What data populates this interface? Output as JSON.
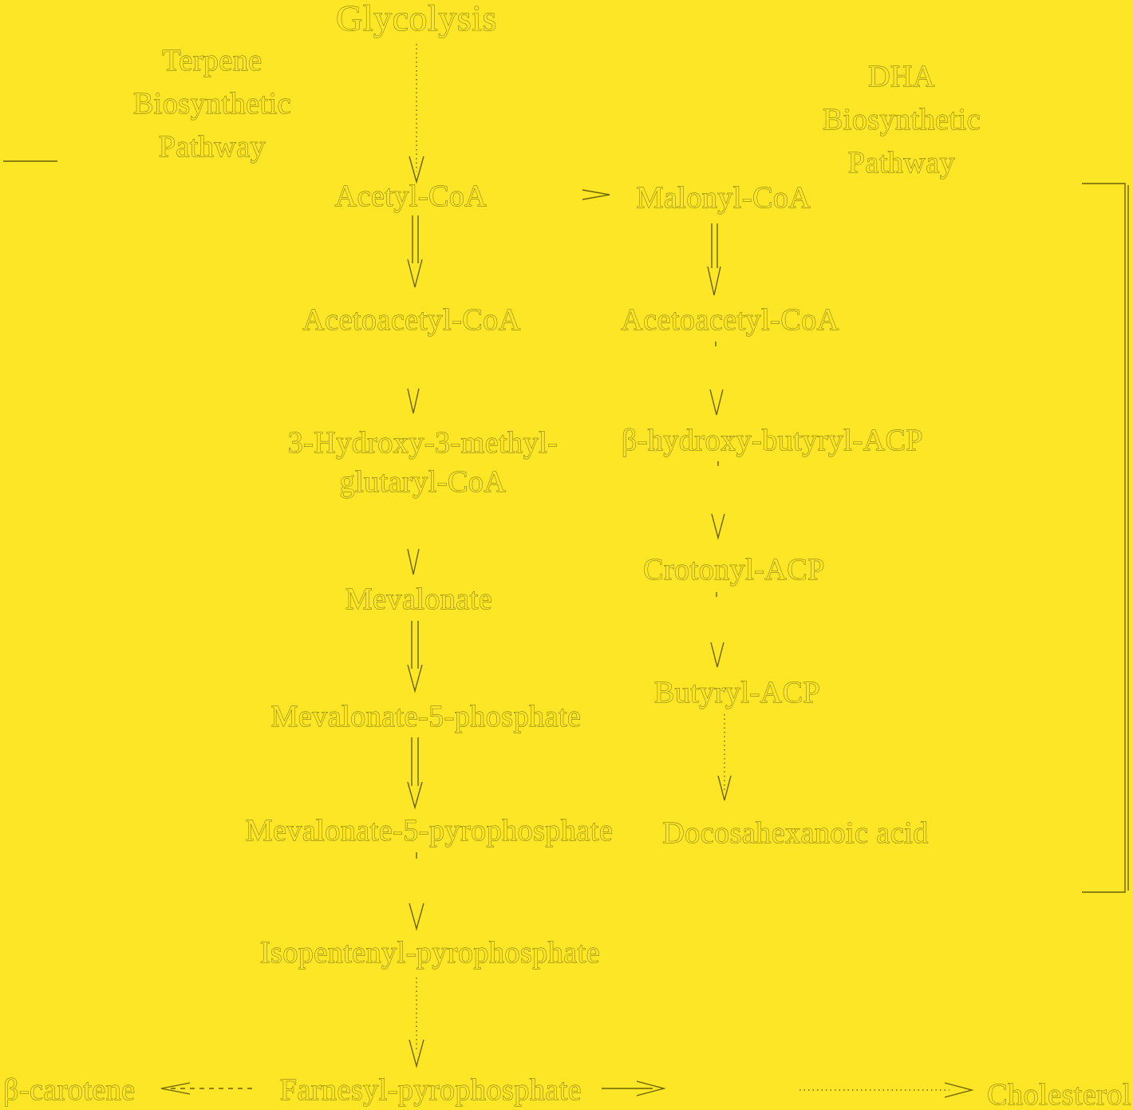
{
  "title": "Glycolysis",
  "terpene_label": [
    "Terpene",
    "Biosynthetic",
    "Pathway"
  ],
  "dha_label": [
    "DHA",
    "Biosynthetic",
    "Pathway"
  ],
  "left_pathway": {
    "acetyl_coa": "Acetyl-CoA",
    "acetoacetyl_coa": "Acetoacetyl-CoA",
    "hmg_coa_line1": "3-Hydroxy-3-methyl-",
    "hmg_coa_line2": "glutaryl-CoA",
    "mevalonate": "Mevalonate",
    "mevalonate_5p": "Mevalonate-5-phosphate",
    "mevalonate_5pp": "Mevalonate-5-pyrophosphate",
    "ipp": "Isopentenyl-pyrophosphate",
    "fpp": "Farnesyl-pyrophosphate"
  },
  "right_pathway": {
    "malonyl_coa": "Malonyl-CoA",
    "acetoacetyl_coa": "Acetoacetyl-CoA",
    "hydroxybutyryl": "β-hydroxy-butyryl-ACP",
    "crotonyl": "Crotonyl-ACP",
    "butyryl": "Butyryl-ACP",
    "dha": "Docosahexanoic acid"
  },
  "products": {
    "beta_carotene": "β-carotene",
    "cholesterol": "Cholesterol"
  },
  "colors": {
    "background": "#FCE626",
    "ink": "#6b6108"
  }
}
